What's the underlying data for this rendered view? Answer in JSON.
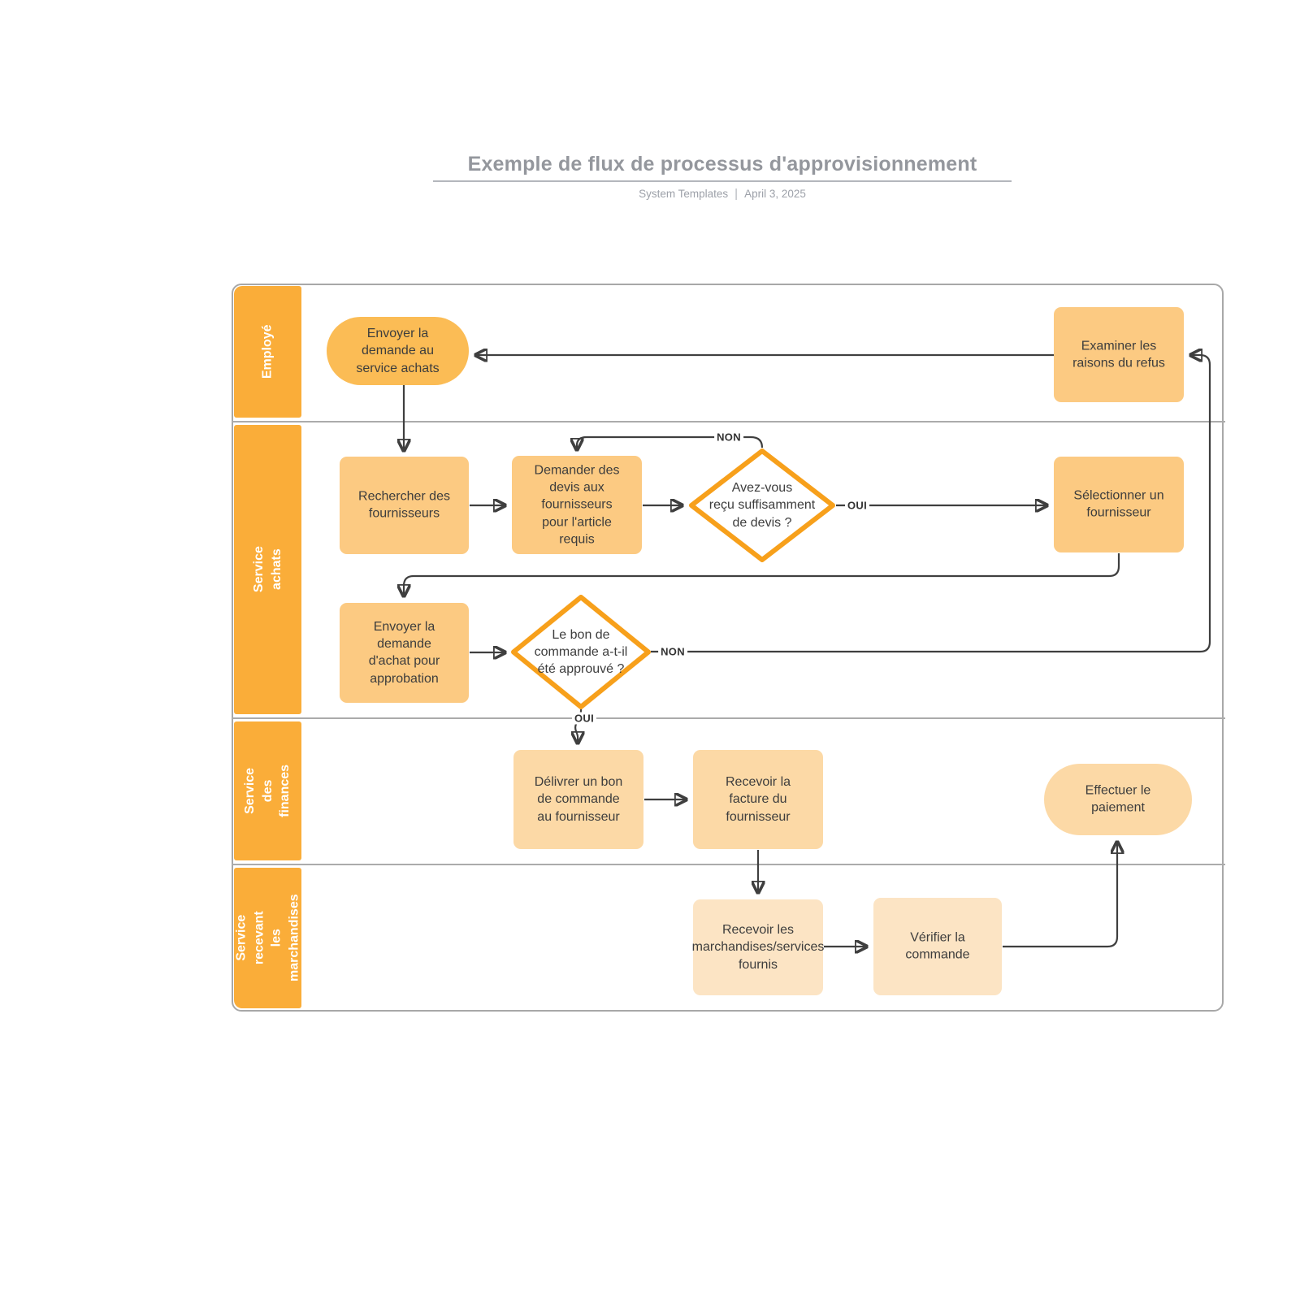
{
  "header": {
    "title": "Exemple de flux de processus d'approvisionnement",
    "author": "System Templates",
    "separator": "|",
    "date": "April 3, 2025"
  },
  "lanes": [
    {
      "label": "Employé"
    },
    {
      "label": "Service achats"
    },
    {
      "label": "Service des\nfinances"
    },
    {
      "label": "Service recevant\nles\nmarchandises"
    }
  ],
  "nodes": {
    "submit_request": {
      "type": "terminator",
      "lane": "Employé",
      "label": "Envoyer la\ndemande au\nservice achats"
    },
    "examine_refusal": {
      "type": "process",
      "lane": "Employé",
      "label": "Examiner les\nraisons du refus"
    },
    "search_suppliers": {
      "type": "process",
      "lane": "Service achats",
      "label": "Rechercher des\nfournisseurs"
    },
    "request_quotes": {
      "type": "process",
      "lane": "Service achats",
      "label": "Demander des\ndevis aux\nfournisseurs\npour l'article\nrequis"
    },
    "enough_quotes": {
      "type": "decision",
      "lane": "Service achats",
      "label": "Avez-vous\nreçu suffisamment\nde devis ?"
    },
    "select_supplier": {
      "type": "process",
      "lane": "Service achats",
      "label": "Sélectionner un\nfournisseur"
    },
    "send_purchase_request": {
      "type": "process",
      "lane": "Service achats",
      "label": "Envoyer la\ndemande\nd'achat pour\napprobation"
    },
    "po_approved": {
      "type": "decision",
      "lane": "Service achats",
      "label": "Le bon de\ncommande a-t-il\nété approuvé ?"
    },
    "issue_po": {
      "type": "process",
      "lane": "Service des finances",
      "label": "Délivrer un bon\nde commande\nau fournisseur"
    },
    "receive_invoice": {
      "type": "process",
      "lane": "Service des finances",
      "label": "Recevoir la\nfacture du\nfournisseur"
    },
    "make_payment": {
      "type": "terminator",
      "lane": "Service des finances",
      "label": "Effectuer le\npaiement"
    },
    "receive_goods": {
      "type": "process",
      "lane": "Service recevant les marchandises",
      "label": "Recevoir les\nmarchandises/services\nfournis"
    },
    "verify_order": {
      "type": "process",
      "lane": "Service recevant les marchandises",
      "label": "Vérifier la\ncommande"
    }
  },
  "edges": [
    {
      "from": "submit_request",
      "to": "search_suppliers",
      "label": ""
    },
    {
      "from": "search_suppliers",
      "to": "request_quotes",
      "label": ""
    },
    {
      "from": "request_quotes",
      "to": "enough_quotes",
      "label": ""
    },
    {
      "from": "enough_quotes",
      "to": "select_supplier",
      "label": "OUI"
    },
    {
      "from": "enough_quotes",
      "to": "request_quotes",
      "label": "NON"
    },
    {
      "from": "select_supplier",
      "to": "send_purchase_request",
      "label": ""
    },
    {
      "from": "send_purchase_request",
      "to": "po_approved",
      "label": ""
    },
    {
      "from": "po_approved",
      "to": "examine_refusal",
      "label": "NON"
    },
    {
      "from": "po_approved",
      "to": "issue_po",
      "label": "OUI"
    },
    {
      "from": "examine_refusal",
      "to": "submit_request",
      "label": ""
    },
    {
      "from": "issue_po",
      "to": "receive_invoice",
      "label": ""
    },
    {
      "from": "receive_invoice",
      "to": "receive_goods",
      "label": ""
    },
    {
      "from": "receive_goods",
      "to": "verify_order",
      "label": ""
    },
    {
      "from": "verify_order",
      "to": "make_payment",
      "label": ""
    }
  ],
  "colors": {
    "lane_header_orange": "#faad39",
    "terminator_fill": "#fbbc55",
    "process_fill": "#fcca82",
    "finance_fill": "#fcd9a6",
    "receiving_fill": "#fce4c4",
    "decision_border": "#f7a01b",
    "decision_fill": "#ffffff",
    "connector": "#3f3f3f",
    "lane_border": "#ababab",
    "title_gray": "#94979d"
  }
}
